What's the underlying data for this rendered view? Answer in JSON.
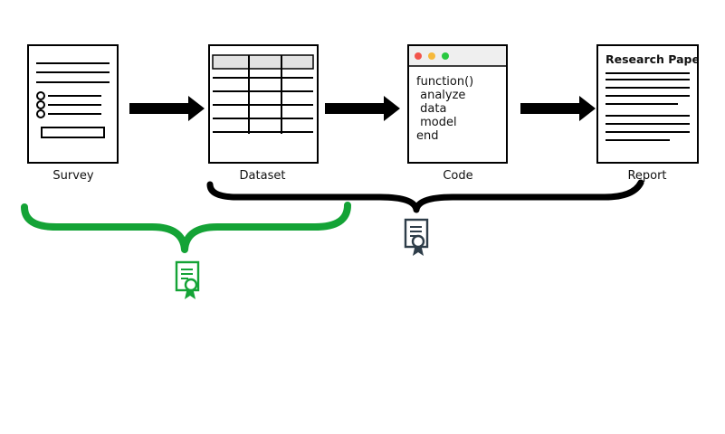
{
  "stages": [
    {
      "id": "survey",
      "label": "Survey"
    },
    {
      "id": "dataset",
      "label": "Dataset"
    },
    {
      "id": "code",
      "label": "Code"
    },
    {
      "id": "report",
      "label": "Report"
    }
  ],
  "code_window": {
    "lines": [
      "function()",
      " analyze",
      " data",
      " model",
      "end"
    ]
  },
  "report_doc": {
    "title": "Research Paper"
  },
  "colors": {
    "green_brace": "#14a336",
    "black_brace": "#000000",
    "window_dot_red": "#f2544b",
    "window_dot_yellow": "#f6b93b",
    "window_dot_green": "#28c840",
    "certificate_dark": "#2e3d49",
    "certificate_green": "#14a336"
  },
  "icons": {
    "green_brace_certificate": "certificate-icon",
    "black_brace_certificate": "certificate-icon"
  }
}
